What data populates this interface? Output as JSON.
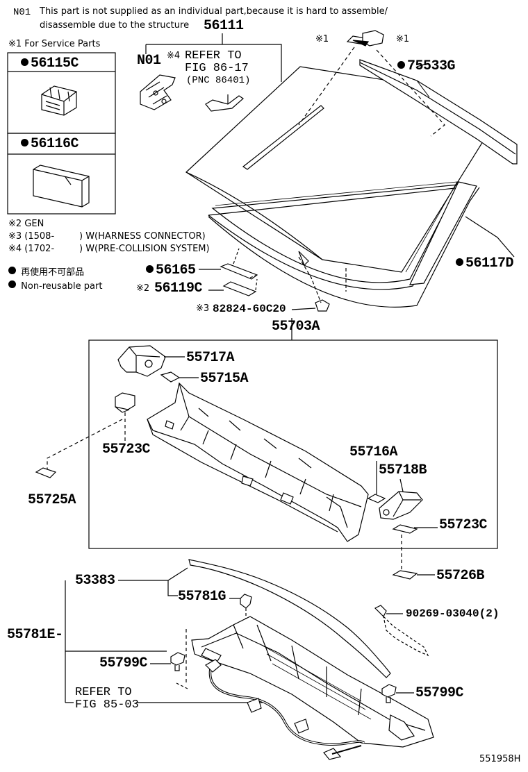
{
  "notes": {
    "n01_code": "N01",
    "n01_line1": "This part is not supplied as an individual part,because it is hard to assemble/",
    "n01_line2": "disassemble due to the structure",
    "service_parts": "※1 For Service Parts",
    "gen": "※2 GEN",
    "harness_code": "※3 (1508-",
    "harness_text": ") W(HARNESS CONNECTOR)",
    "precollision_code": "※4 (1702-",
    "precollision_text": ") W(PRE-COLLISION SYSTEM)",
    "nonreusable_jp": "再使用不可部品",
    "nonreusable_en": "Non-reusable part"
  },
  "labels": {
    "p56111": "56111",
    "p56115C": "56115C",
    "p56116C": "56116C",
    "n01": "N01",
    "ref4_mark": "※4",
    "ref_fig_86_line1": "REFER TO",
    "ref_fig_86_line2": "FIG 86-17",
    "ref_fig_86_line3": "(PNC 86401)",
    "mark1a": "※1",
    "mark1b": "※1",
    "p75533G": "75533G",
    "p56117D": "56117D",
    "p56165": "56165",
    "mark2": "※2",
    "p56119C": "56119C",
    "mark3": "※3",
    "p82824": "82824-60C20",
    "p55703A": "55703A",
    "p55717A": "55717A",
    "p55715A": "55715A",
    "p55723C_left": "55723C",
    "p55725A": "55725A",
    "p55716A": "55716A",
    "p55718B": "55718B",
    "p55723C_right": "55723C",
    "p55726B": "55726B",
    "p53383": "53383",
    "p55781G": "55781G",
    "p55781E": "55781E-",
    "p90269": "90269-03040(2)",
    "p55799C_left": "55799C",
    "p55799C_right": "55799C",
    "ref_fig_85_line1": "REFER TO",
    "ref_fig_85_line2": "FIG 85-03",
    "figure_id": "551958H"
  }
}
